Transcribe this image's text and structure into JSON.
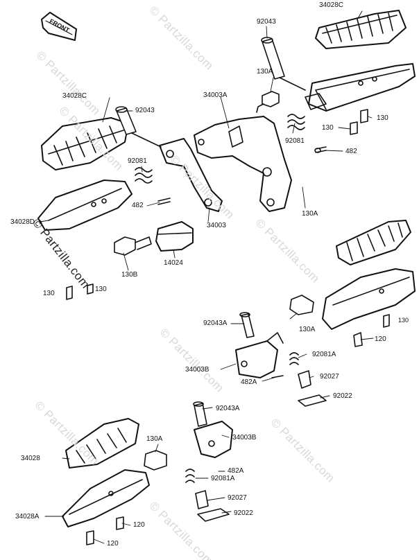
{
  "front_badge": "FRONT",
  "watermark": "© Partzilla.com",
  "callouts": [
    {
      "key": "c34028c_top",
      "text": "34028C"
    },
    {
      "key": "c92043_top",
      "text": "92043"
    },
    {
      "key": "c130a_top",
      "text": "130A"
    },
    {
      "key": "c130_r1",
      "text": "130"
    },
    {
      "key": "c130_r2",
      "text": "130"
    },
    {
      "key": "c92081_r",
      "text": "92081"
    },
    {
      "key": "c482_r",
      "text": "482"
    },
    {
      "key": "c34003a",
      "text": "34003A"
    },
    {
      "key": "c34028c_l",
      "text": "34028C"
    },
    {
      "key": "c92043_l",
      "text": "92043"
    },
    {
      "key": "c92081_l",
      "text": "92081"
    },
    {
      "key": "c482_l",
      "text": "482"
    },
    {
      "key": "c34028d",
      "text": "34028D"
    },
    {
      "key": "c34003",
      "text": "34003"
    },
    {
      "key": "c130a_mid",
      "text": "130A"
    },
    {
      "key": "c130b",
      "text": "130B"
    },
    {
      "key": "c14024",
      "text": "14024"
    },
    {
      "key": "c130_l1",
      "text": "130"
    },
    {
      "key": "c130_l2",
      "text": "130"
    },
    {
      "key": "c92043a_m",
      "text": "92043A"
    },
    {
      "key": "c130a_m",
      "text": "130A"
    },
    {
      "key": "c130_m",
      "text": "130"
    },
    {
      "key": "c120_m",
      "text": "120"
    },
    {
      "key": "c34003b_m",
      "text": "34003B"
    },
    {
      "key": "c92081a_m",
      "text": "92081A"
    },
    {
      "key": "c482a_m",
      "text": "482A"
    },
    {
      "key": "c92027_m",
      "text": "92027"
    },
    {
      "key": "c92022_m",
      "text": "92022"
    },
    {
      "key": "c92043a_b",
      "text": "92043A"
    },
    {
      "key": "c130a_b",
      "text": "130A"
    },
    {
      "key": "c34003b_b",
      "text": "34003B"
    },
    {
      "key": "c34028",
      "text": "34028"
    },
    {
      "key": "c482a_b",
      "text": "482A"
    },
    {
      "key": "c92081a_b",
      "text": "92081A"
    },
    {
      "key": "c92027_b",
      "text": "92027"
    },
    {
      "key": "c34028a",
      "text": "34028A"
    },
    {
      "key": "c92022_b",
      "text": "92022"
    },
    {
      "key": "c120_b1",
      "text": "120"
    },
    {
      "key": "c120_b2",
      "text": "120"
    }
  ]
}
